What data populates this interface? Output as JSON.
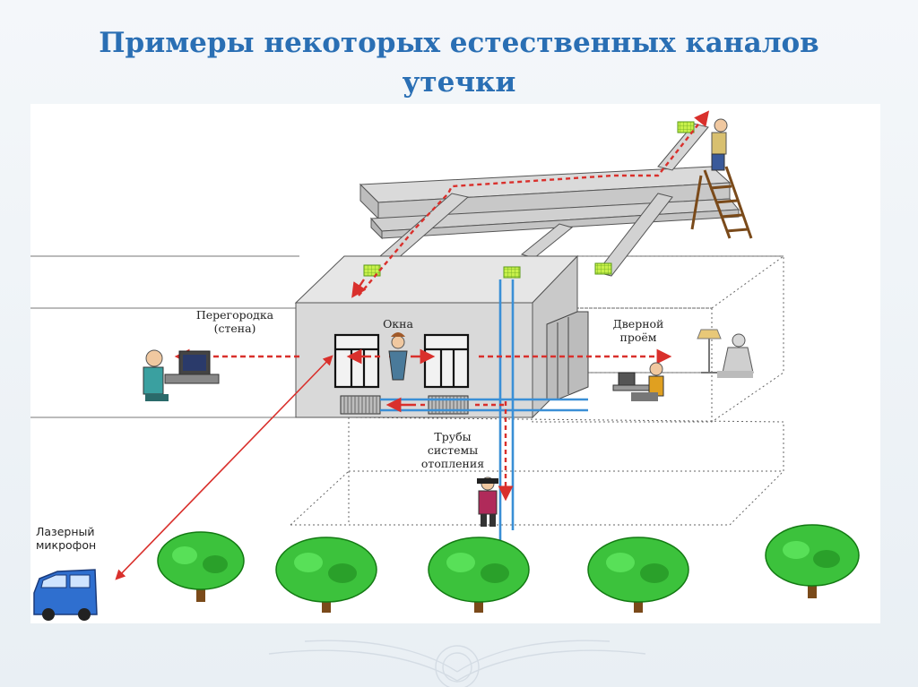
{
  "slide": {
    "title": "Примеры некоторых естественных каналов утечки"
  },
  "labels": {
    "partition": "Перегородка (стена)",
    "windows": "Окна",
    "doorway": "Дверной проём",
    "pipes": "Трубы системы отопления",
    "laser": "Лазерный микрофон"
  },
  "colors": {
    "title": "#2a6fb4",
    "arrow": "#d9302c",
    "pipe": "#3a8fd6",
    "structure": "#c8c8c8",
    "tree": "#3cc23c",
    "sensor": "#c8f04a"
  },
  "icons": [
    "eavesdropper-icon",
    "computer-operator-icon",
    "reading-person-icon",
    "laptop-user-icon",
    "pipe-listener-icon",
    "van-icon",
    "ladder-icon",
    "tree-icon",
    "sensor-icon",
    "radiator-icon",
    "lamp-icon"
  ]
}
